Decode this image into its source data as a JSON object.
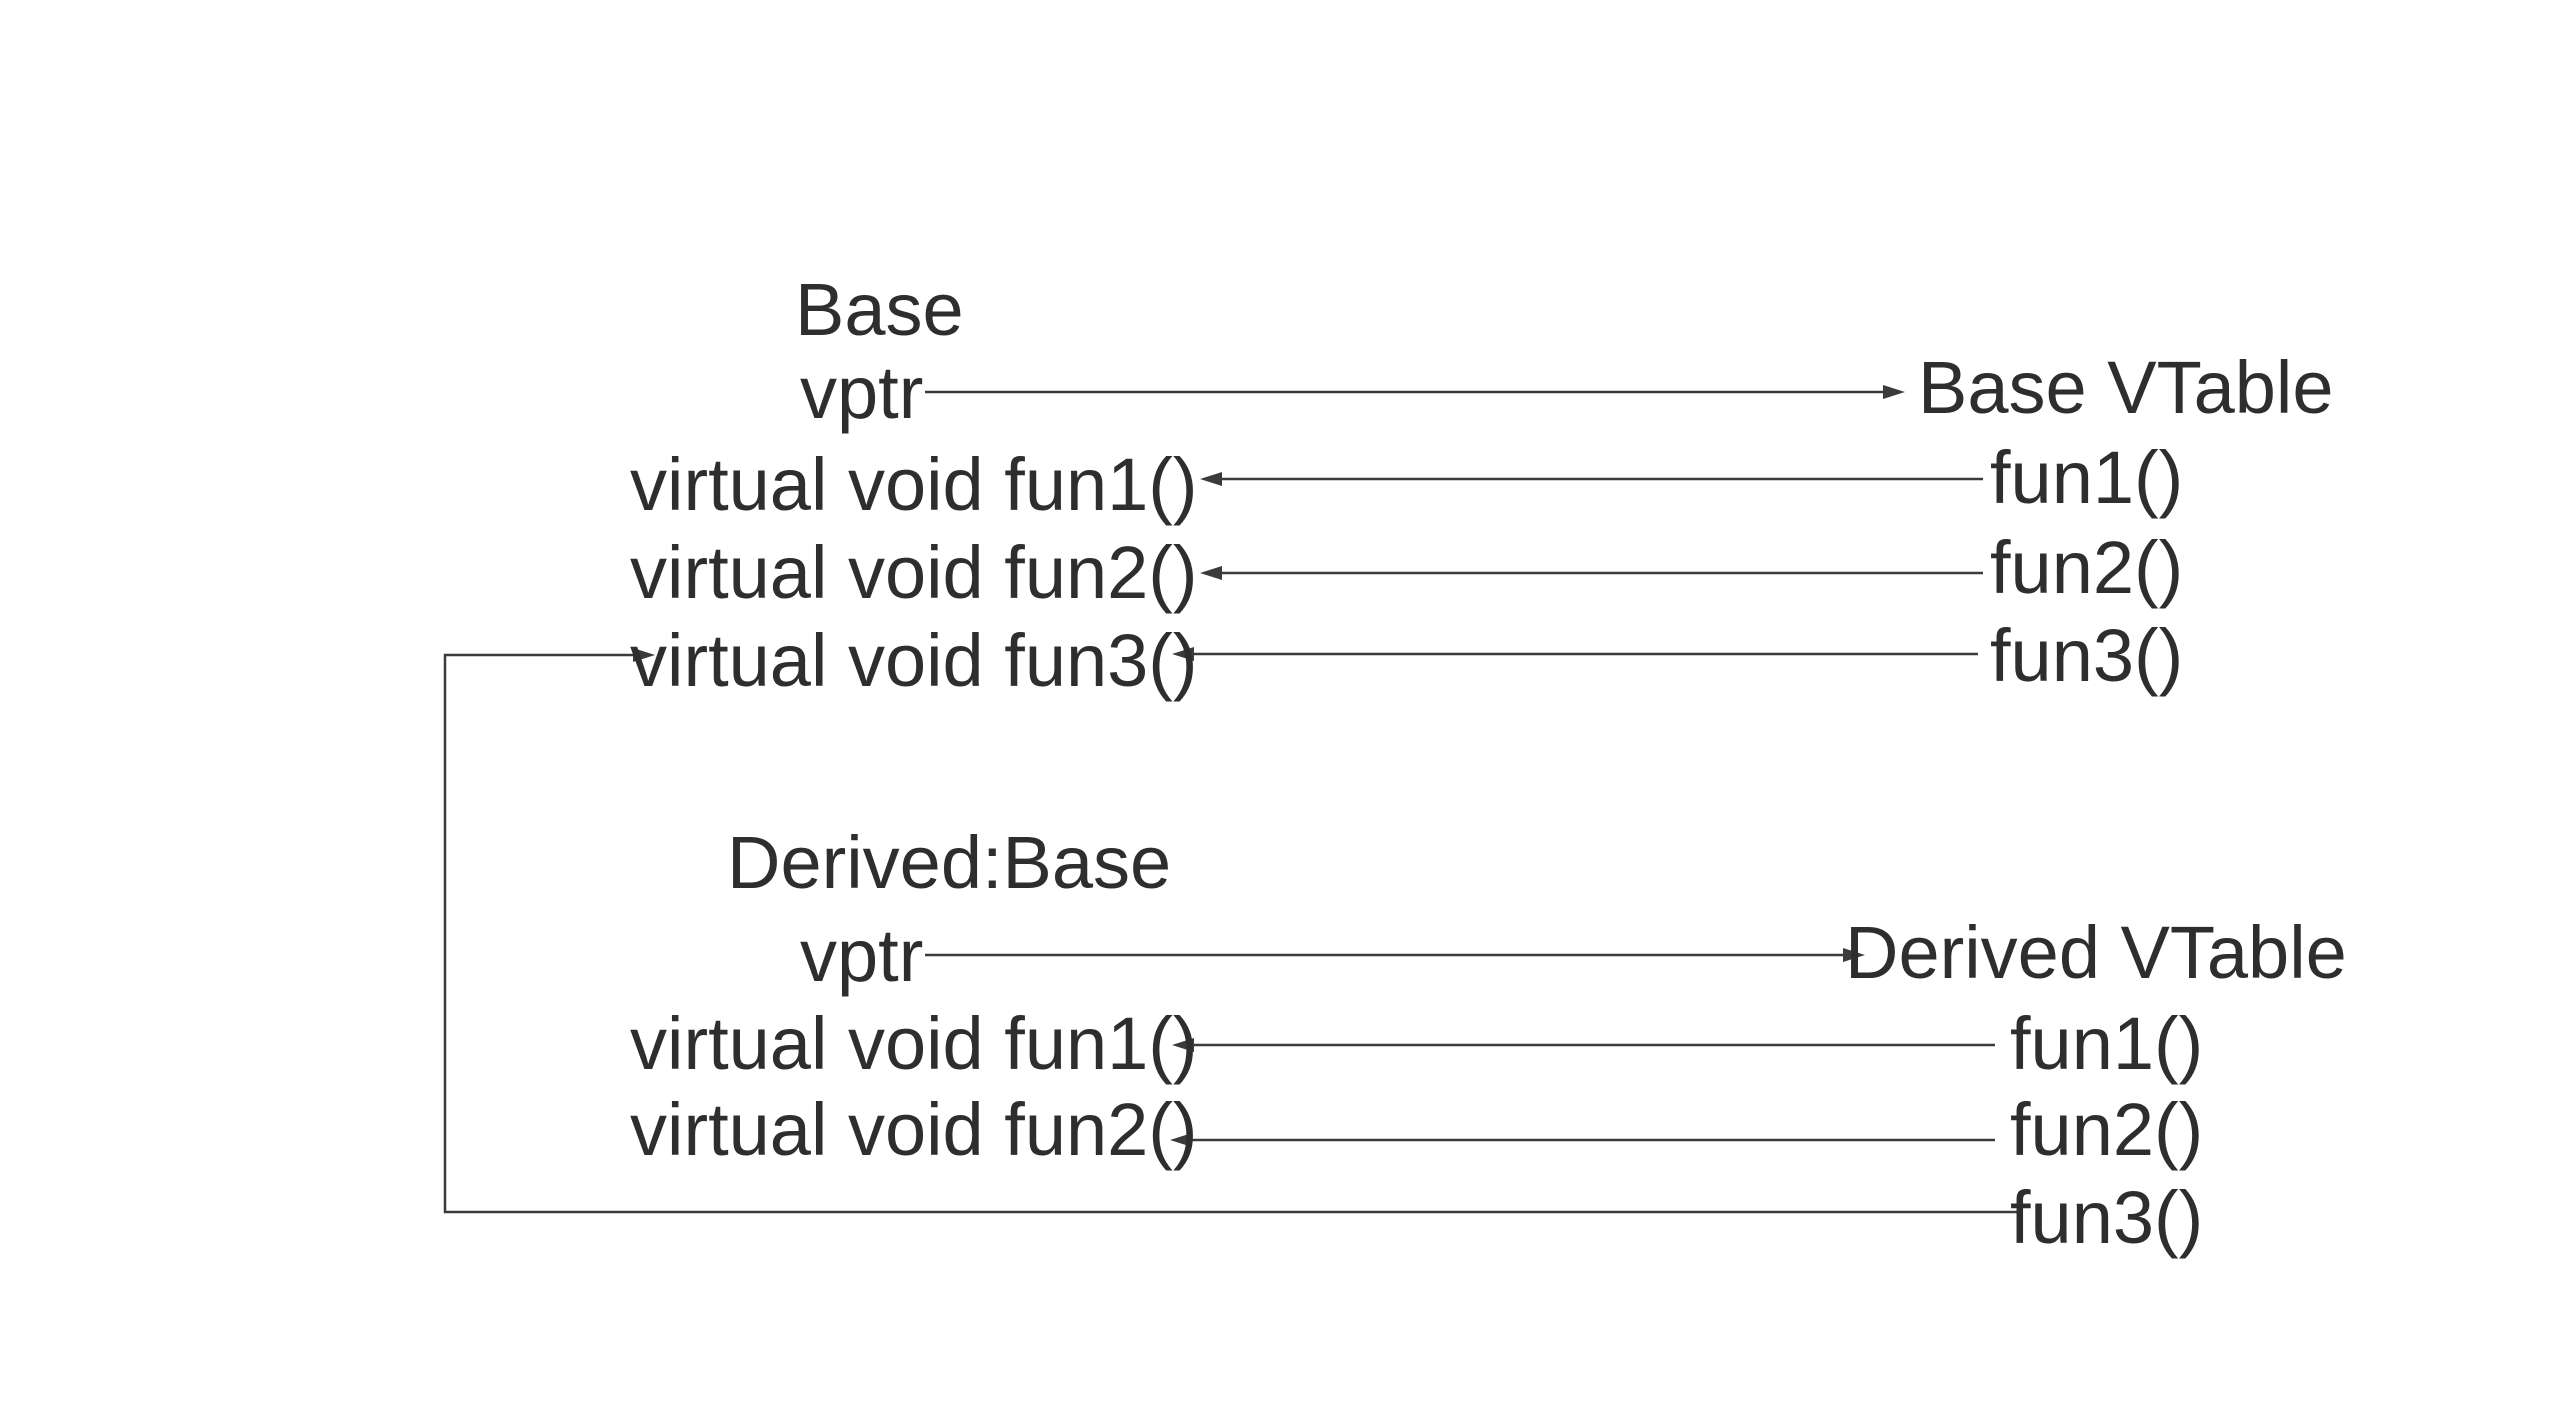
{
  "canvas": {
    "background_color": "#ffffff",
    "text_color": "#2e2e2e",
    "line_color": "#3b3b3b"
  },
  "base_class": {
    "title": "Base",
    "vptr_label": "vptr",
    "methods": [
      "virtual void fun1()",
      "virtual void fun2()",
      "virtual void fun3()"
    ]
  },
  "base_vtable": {
    "title": "Base VTable",
    "entries": [
      "fun1()",
      "fun2()",
      "fun3()"
    ]
  },
  "derived_class": {
    "title": "Derived:Base",
    "vptr_label": "vptr",
    "methods": [
      "virtual void fun1()",
      "virtual void fun2()"
    ]
  },
  "derived_vtable": {
    "title": "Derived VTable",
    "entries": [
      "fun1()",
      "fun2()",
      "fun3()"
    ]
  },
  "connections": [
    {
      "from": "base.vptr",
      "to": "base_vtable.title"
    },
    {
      "from": "base_vtable.fun1",
      "to": "base.fun1"
    },
    {
      "from": "base_vtable.fun2",
      "to": "base.fun2"
    },
    {
      "from": "base_vtable.fun3",
      "to": "base.fun3"
    },
    {
      "from": "derived.vptr",
      "to": "derived_vtable.title"
    },
    {
      "from": "derived_vtable.fun1",
      "to": "derived.fun1"
    },
    {
      "from": "derived_vtable.fun2",
      "to": "derived.fun2"
    },
    {
      "from": "derived_vtable.fun3",
      "to": "base.fun3"
    }
  ]
}
